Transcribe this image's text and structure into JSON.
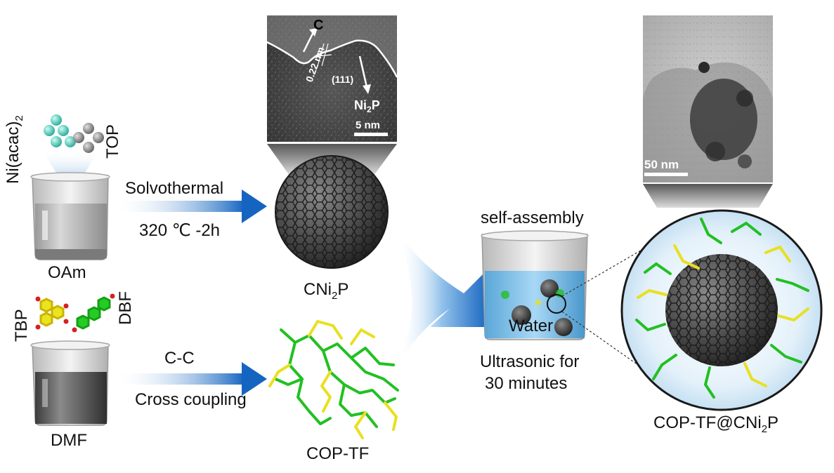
{
  "labels": {
    "ni_acac": "Ni(acac)",
    "ni_acac_sub": "2",
    "top": "TOP",
    "oam": "OAm",
    "tbp": "TBP",
    "dbf": "DBF",
    "dmf": "DMF",
    "solvothermal": "Solvothermal",
    "condition": "320 ℃ -2h",
    "cc": "C-C",
    "cross_coupling": "Cross coupling",
    "cni2p_a": "CNi",
    "cni2p_sub": "2",
    "cni2p_b": "P",
    "cop_tf": "COP-TF",
    "self_assembly": "self-assembly",
    "water": "Water",
    "ultrasonic_1": "Ultrasonic for",
    "ultrasonic_2": "30 minutes",
    "final_a": "COP-TF@CNi",
    "final_sub": "2",
    "final_b": "P"
  },
  "tem1": {
    "c_label": "C",
    "spacing": "0.22 nm",
    "plane": "(111)",
    "phase_a": "Ni",
    "phase_sub": "2",
    "phase_b": "P",
    "scale": "5 nm"
  },
  "tem2": {
    "scale": "50 nm"
  },
  "colors": {
    "arrow": "#1565c0",
    "ni_precursor": "#3ec1b0",
    "top_precursor": "#808080",
    "sphere": "#4a4a4a",
    "cop_yellow": "#e8e020",
    "cop_green": "#22c022",
    "water": "#8ec9ee"
  }
}
